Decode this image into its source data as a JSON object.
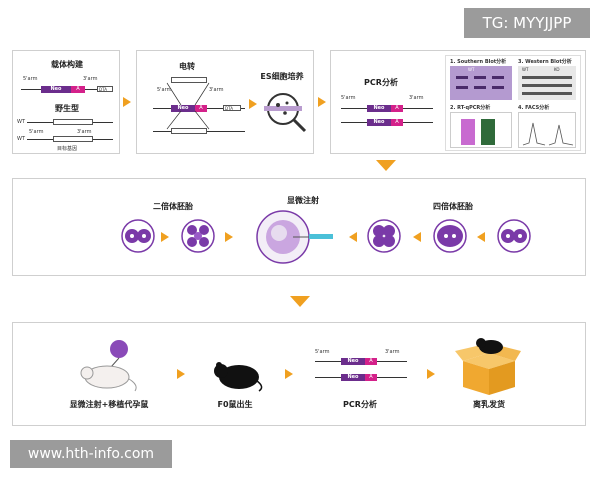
{
  "watermark_tg": "TG: MYYJJPP",
  "watermark_url": "www.hth-info.com",
  "colors": {
    "accent": "#f0a020",
    "neo": "#6b2d8c",
    "marker": "#d4218a",
    "cell": "#7a3aa8",
    "badge_bg": "#9b9b9b"
  },
  "top": {
    "construct": {
      "title": "载体构建",
      "wt_title": "野生型",
      "s_arm": "5'arm",
      "s_arm3": "3'arm",
      "neo": "Neo",
      "marker": "A",
      "dta": "DTA",
      "wt": "WT",
      "target_exon": "目标基因"
    },
    "electro": {
      "title": "电转",
      "s_arm": "5'arm",
      "s_arm3": "3'arm",
      "neo": "Neo",
      "marker": "A",
      "dta": "DTA"
    },
    "es_culture": {
      "title": "ES细胞培养"
    },
    "pcr": {
      "title": "PCR分析",
      "s_arm": "5'arm",
      "s_arm3": "3'arm",
      "neo": "Neo",
      "marker": "A"
    },
    "analysis": {
      "southern": "1. Southern Blot分析",
      "western": "3. Western Blot分析",
      "rtqpcr": "2. RT-qPCR分析",
      "facs": "4. FACS分析",
      "wt_label": "WT",
      "ko_label": "KO"
    }
  },
  "middle": {
    "diploid": "二倍体胚胎",
    "injection": "显微注射",
    "tetraploid": "四倍体胚胎"
  },
  "bottom": {
    "step1": "显微注射+移植代孕鼠",
    "step2": "F0鼠出生",
    "step3": "PCR分析",
    "step4": "离乳发货",
    "s_arm": "5'arm",
    "s_arm3": "3'arm",
    "neo": "Neo",
    "marker": "A"
  }
}
